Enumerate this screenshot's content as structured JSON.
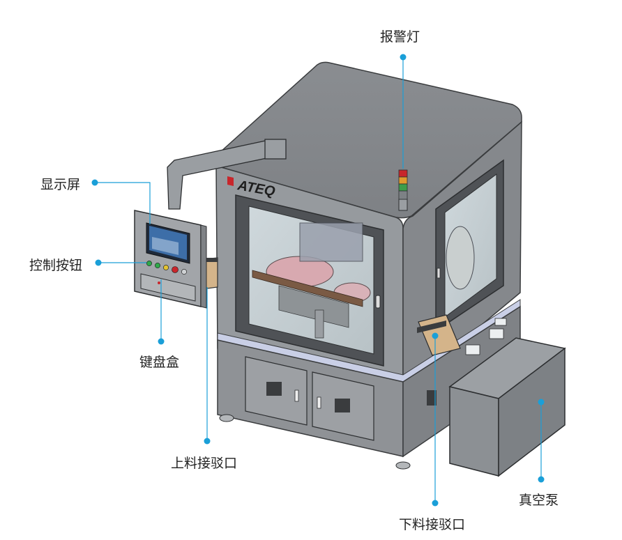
{
  "brand": "ATEQ",
  "callouts": {
    "alarm_light": "报警灯",
    "display_screen": "显示屏",
    "control_buttons": "控制按钮",
    "keyboard_box": "键盘盒",
    "loading_dock": "上料接驳口",
    "unloading_dock": "下料接驳口",
    "vacuum_pump": "真空泵"
  },
  "colors": {
    "callout_accent": "#1a9fd8",
    "machine_body": "#8f9296",
    "machine_dark": "#6b6e72",
    "brand_red": "#c8262b"
  }
}
